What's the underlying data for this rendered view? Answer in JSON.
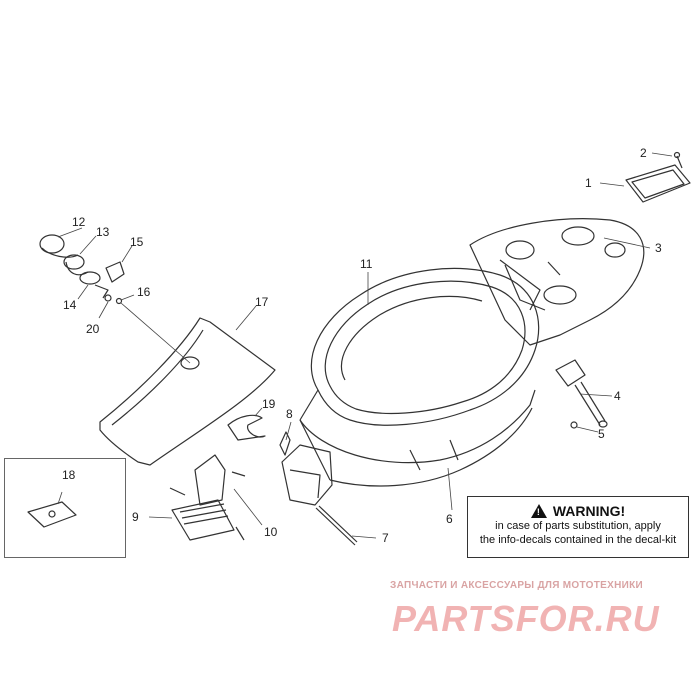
{
  "diagram": {
    "callouts": [
      "1",
      "2",
      "3",
      "4",
      "5",
      "6",
      "7",
      "8",
      "9",
      "10",
      "11",
      "12",
      "13",
      "14",
      "15",
      "16",
      "17",
      "18",
      "19",
      "20"
    ]
  },
  "warning": {
    "title": "WARNING!",
    "line1": "in case of parts substitution, apply",
    "line2": "the info-decals contained in the decal-kit",
    "icon": "warning-triangle-icon"
  },
  "watermark": {
    "tagline": "ЗАПЧАСТИ И АКСЕССУАРЫ ДЛЯ МОТОТЕХНИКИ",
    "brand": "PARTSFOR.RU"
  },
  "colors": {
    "line": "#333333",
    "watermark": "#f1b3b3"
  }
}
